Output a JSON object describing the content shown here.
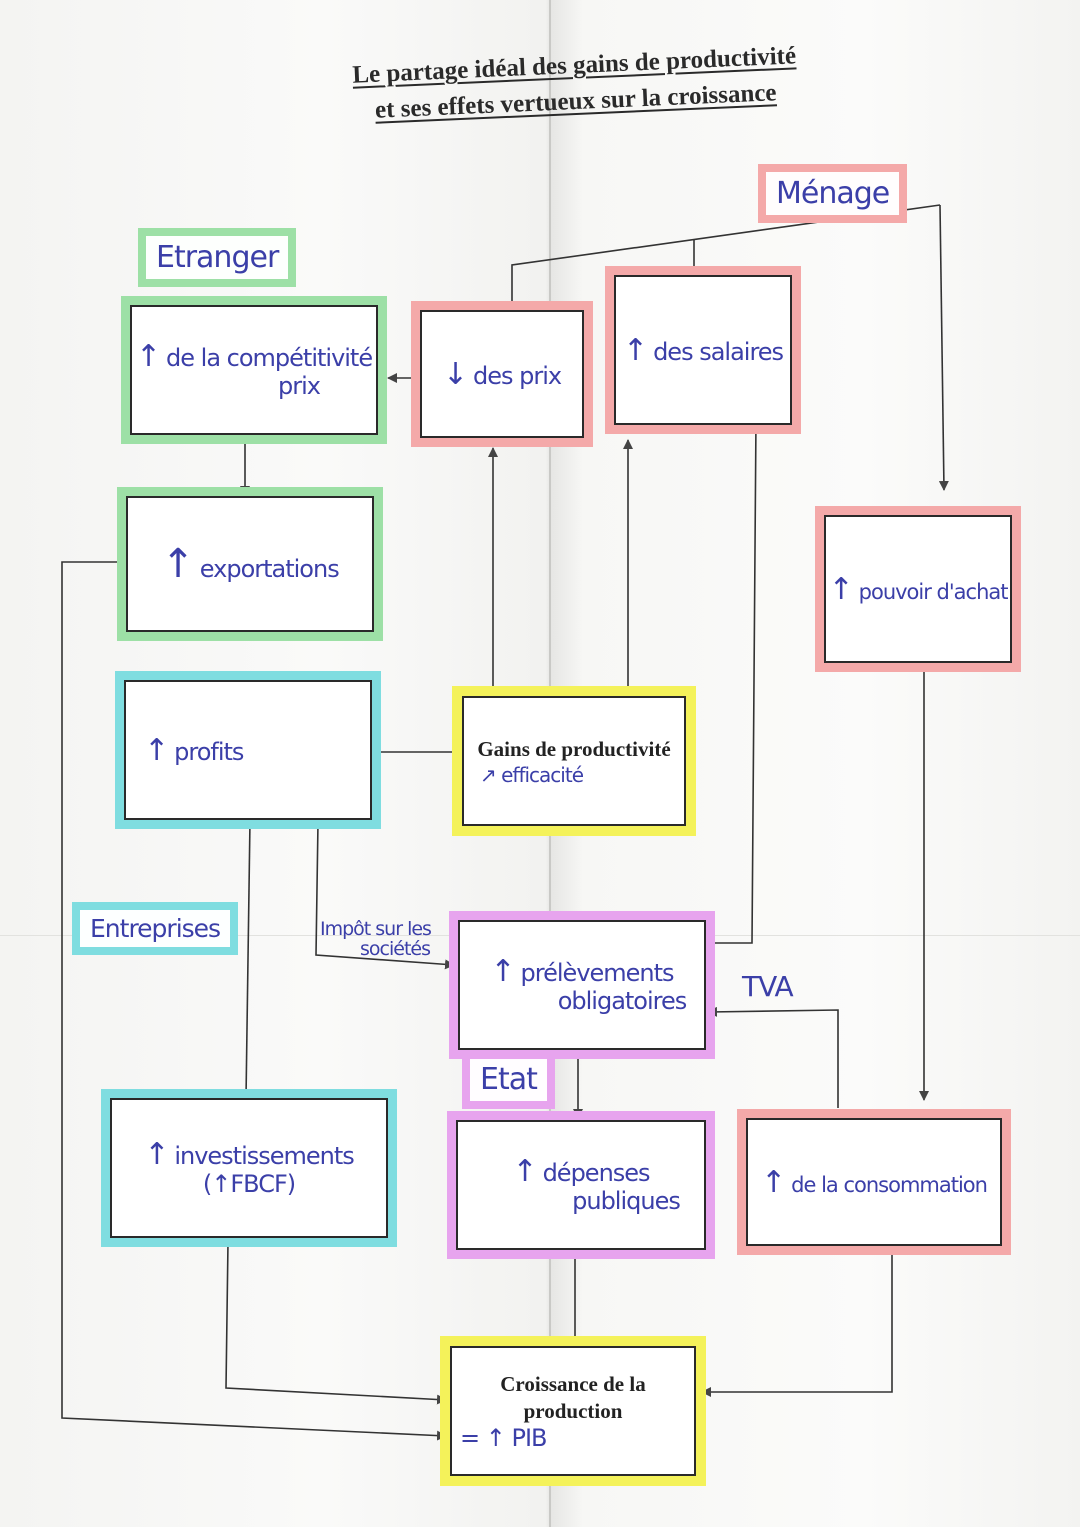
{
  "title": {
    "line1": "Le partage idéal des gains de productivité",
    "line2": "et ses effets vertueux sur la croissance"
  },
  "group_labels": {
    "etranger": "Etranger",
    "menage": "Ménage",
    "entreprises": "Entreprises",
    "etat": "Etat"
  },
  "nodes": {
    "competitivite": {
      "arrow": "↑",
      "text": "de la compétitivité",
      "text2": "prix",
      "color": "#9de0a6"
    },
    "prix": {
      "arrow": "↓",
      "text": "des prix",
      "color": "#f4a9a9"
    },
    "salaires": {
      "arrow": "↑",
      "text": "des salaires",
      "color": "#f4a9a9"
    },
    "exportations": {
      "arrow": "↑",
      "text": "exportations",
      "color": "#9de0a6"
    },
    "pouvoir_achat": {
      "arrow": "↑",
      "text": "pouvoir d'achat",
      "color": "#f4a9a9"
    },
    "profits": {
      "arrow": "↑",
      "text": "profits",
      "color": "#7fdde0"
    },
    "gains": {
      "text": "Gains de productivité",
      "note": "↗ efficacité",
      "color": "#f4f25a"
    },
    "prelevements": {
      "arrow": "↑",
      "text": "prélèvements",
      "text2": "obligatoires",
      "color": "#e7a4ee"
    },
    "investissements": {
      "arrow": "↑",
      "text": "investissements",
      "text2": "(↑FBCF)",
      "color": "#7fdde0"
    },
    "depenses": {
      "arrow": "↑",
      "text": "dépenses",
      "text2": "publiques",
      "color": "#e7a4ee"
    },
    "consommation": {
      "arrow": "↑",
      "text": "de la consommation",
      "color": "#f4a9a9"
    },
    "croissance": {
      "text": "Croissance de la production",
      "note": "= ↑ PIB",
      "color": "#f4f25a"
    }
  },
  "edge_labels": {
    "impot_line1": "Impôt sur les",
    "impot_line2": "sociétés",
    "tva": "TVA"
  }
}
